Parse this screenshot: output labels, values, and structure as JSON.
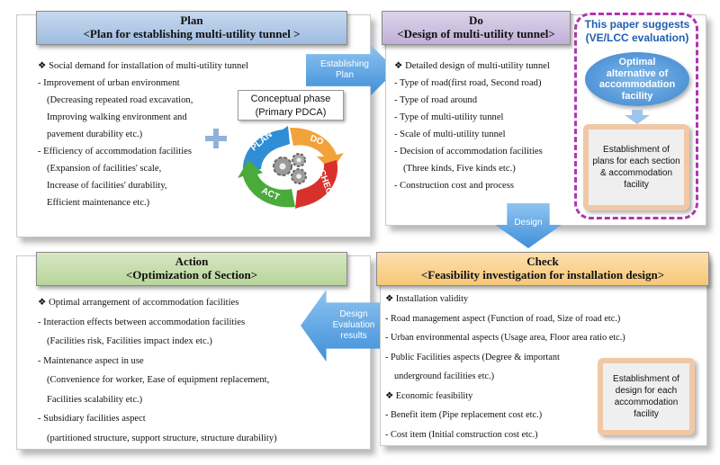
{
  "plan": {
    "heading": "Plan",
    "subheading": "<Plan for establishing multi-utility tunnel >",
    "items": [
      "❖ Social demand for installation of multi-utility tunnel",
      "- Improvement of urban environment",
      "(Decreasing repeated road excavation,",
      "Improving walking environment and",
      "pavement durability etc.)",
      "- Efficiency of accommodation facilities",
      "(Expansion of facilities' scale,",
      "Increase of facilities' durability,",
      "Efficient maintenance etc.)"
    ]
  },
  "do": {
    "heading": "Do",
    "subheading": "<Design of multi-utility tunnel>",
    "items": [
      "❖ Detailed design of multi-utility tunnel",
      "- Type of road(first road, Second road)",
      "- Type of road around",
      "- Type of multi-utility tunnel",
      "- Scale of multi-utility tunnel",
      "- Decision of accommodation facilities",
      "(Three kinds, Five kinds etc.)",
      "- Construction cost and process"
    ]
  },
  "action": {
    "heading": "Action",
    "subheading": "<Optimization of Section>",
    "items": [
      "❖ Optimal arrangement of accommodation facilities",
      "- Interaction effects between accommodation facilities",
      "(Facilities risk, Facilities impact index etc.)",
      "- Maintenance aspect in use",
      "(Convenience for worker, Ease of equipment replacement,",
      "Facilities scalability etc.)",
      "- Subsidiary facilities aspect",
      "(partitioned structure, support structure, structure durability)"
    ]
  },
  "check": {
    "heading": "Check",
    "subheading": "<Feasibility investigation for installation design>",
    "items": [
      "❖ Installation validity",
      "- Road management aspect (Function of road, Size of road etc.)",
      "- Urban environmental aspects (Usage area, Floor area ratio etc.)",
      "- Public Facilities aspects (Degree & important",
      "underground facilities etc.)",
      "❖ Economic feasibility",
      "- Benefit item (Pipe replacement cost etc.)",
      "- Cost item (Initial construction cost etc.)"
    ]
  },
  "arrows": {
    "establishing": "Establishing Plan",
    "design": "Design",
    "evaluation": "Design Evaluation results"
  },
  "conceptual": {
    "title_line1": "Conceptual phase",
    "title_line2": "(Primary PDCA)",
    "cycle_plan": "PLAN",
    "cycle_do": "DO",
    "cycle_check": "CHECK",
    "cycle_act": "ACT"
  },
  "suggest": {
    "line1": "This paper suggests",
    "line2": "(VE/LCC evaluation)",
    "optimal_line1": "Optimal",
    "optimal_line2": "alternative of",
    "optimal_line3": "accommodation",
    "optimal_line4": "facility",
    "establishment": "Establishment  of plans for each section & accommodation facility"
  },
  "check_box": {
    "establishment": "Establishment of design for each accommodation facility"
  },
  "colors": {
    "plan_header": "#b3cbe8",
    "do_header": "#cdc1e0",
    "action_header": "#c7deaa",
    "check_header": "#f9d08e",
    "arrow": "#5aa5e6",
    "suggest_border": "#b035b0",
    "suggest_text": "#1f5fb0"
  }
}
